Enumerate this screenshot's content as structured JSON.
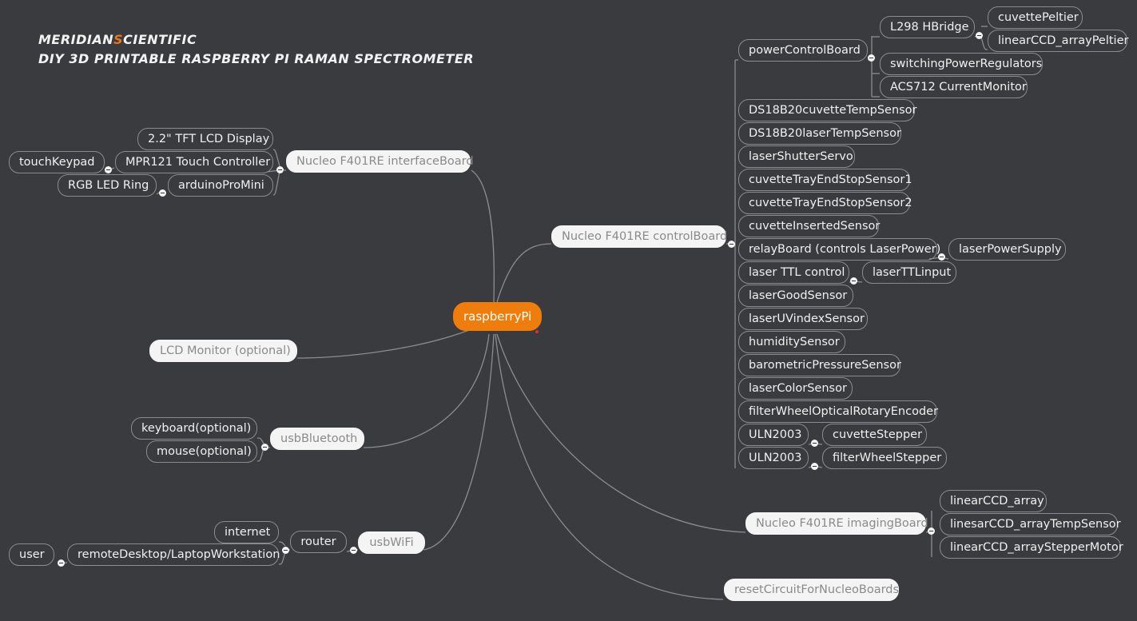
{
  "header": {
    "line1_before": "Meridian",
    "line1_accent": "S",
    "line1_after": "cientific",
    "line2": "DIY 3D printable Raspberry Pi Raman Spectrometer"
  },
  "colors": {
    "background": "#3a3b3e",
    "root_fill": "#ef7d0c",
    "branch_fill": "#f4f4f4",
    "line": "#8a8c90",
    "accent_letter": "#e8761e"
  },
  "mindmap": {
    "root": "raspberryPi",
    "interfaceBoard": {
      "label": "Nucleo F401RE interfaceBoard",
      "children": {
        "tft": "2.2\" TFT  LCD Display",
        "mpr121": "MPR121 Touch Controller",
        "touchKeypad": "touchKeypad",
        "arduinoProMini": "arduinoProMini",
        "rgbRing": "RGB LED Ring"
      }
    },
    "lcdMonitor": "LCD Monitor (optional)",
    "usbBluetooth": {
      "label": "usbBluetooth",
      "children": [
        "keyboard(optional)",
        "mouse(optional)"
      ]
    },
    "usbWiFi": {
      "label": "usbWiFi",
      "router": "router",
      "internet": "internet",
      "remoteDesktop": "remoteDesktop/LaptopWorkstation",
      "user": "user"
    },
    "controlBoard": {
      "label": "Nucleo F401RE controlBoard",
      "powerControlBoard": "powerControlBoard",
      "hbridge": "L298 HBridge",
      "cuvettePeltier": "cuvettePeltier",
      "linearCCDPeltier": "linearCCD_arrayPeltier",
      "switchingRegulators": "switchingPowerRegulators",
      "currentMonitor": "ACS712 CurrentMonitor",
      "items": [
        "DS18B20cuvetteTempSensor",
        "DS18B20laserTempSensor",
        "laserShutterServo",
        "cuvetteTrayEndStopSensor1",
        "cuvetteTrayEndStopSensor2",
        "cuvetteInsertedSensor",
        "relayBoard (controls LaserPower)",
        "laser TTL control",
        "laserGoodSensor",
        "laserUVindexSensor",
        "humiditySensor",
        "barometricPressureSensor",
        "laserColorSensor",
        "filterWheelOpticalRotaryEncoder",
        "ULN2003",
        "ULN2003"
      ],
      "laserPowerSupply": "laserPowerSupply",
      "laserTTLinput": "laserTTLinput",
      "cuvetteStepper": "cuvetteStepper",
      "filterWheelStepper": "filterWheelStepper"
    },
    "imagingBoard": {
      "label": "Nucleo F401RE imagingBoard",
      "children": [
        "linearCCD_array",
        "linesarCCD_arrayTempSensor",
        "linearCCD_arrayStepperMotor"
      ]
    },
    "reset": "resetCircuitForNucleoBoards"
  }
}
